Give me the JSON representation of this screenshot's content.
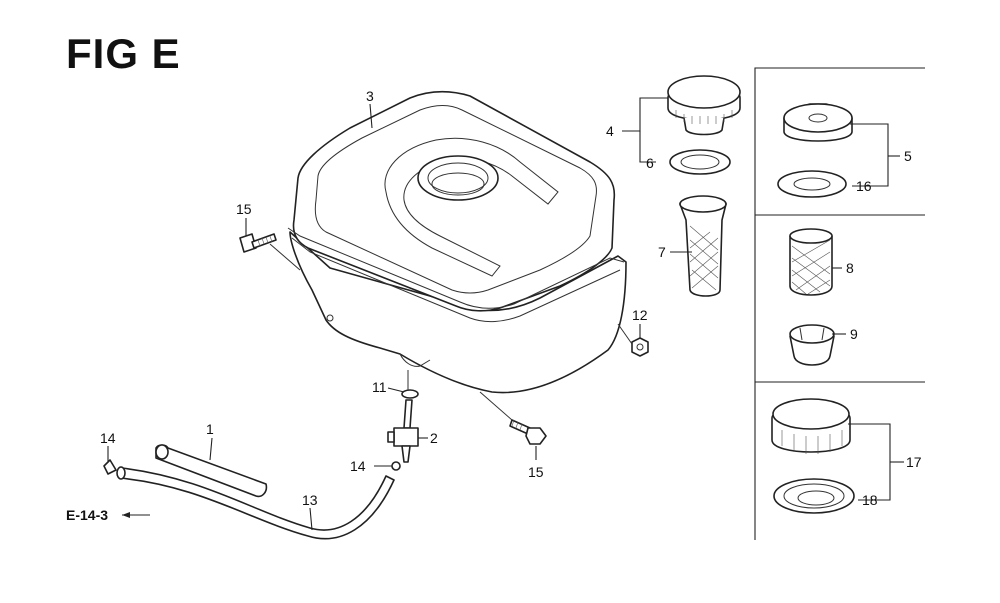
{
  "figure": {
    "title": "FIG E"
  },
  "callouts": {
    "c1": "1",
    "c2": "2",
    "c3": "3",
    "c4": "4",
    "c5": "5",
    "c6": "6",
    "c7": "7",
    "c8": "8",
    "c9": "9",
    "c11": "11",
    "c12": "12",
    "c13": "13",
    "c14a": "14",
    "c14b": "14",
    "c15a": "15",
    "c15b": "15",
    "c16": "16",
    "c17": "17",
    "c18": "18"
  },
  "reference": {
    "label": "E-14-3"
  },
  "parts": {
    "tank": "fuel-tank",
    "filler_cap": "filler-cap",
    "filler_gasket": "cap-gasket",
    "strainer": "fuel-strainer",
    "alt_cap_a": "alt-cap-5",
    "alt_gasket_a": "alt-gasket-16",
    "alt_strainer": "alt-strainer-8",
    "alt_holder": "alt-holder-9",
    "alt_cap_b": "alt-cap-17",
    "alt_gasket_b": "alt-gasket-18",
    "fuel_cock": "fuel-valve-2",
    "tube_1": "fuel-tube-1",
    "tube_13": "fuel-tube-13",
    "bolt": "flange-bolt-15",
    "nut": "flange-nut-12",
    "clip": "tube-clip-14",
    "washer": "washer-11"
  }
}
